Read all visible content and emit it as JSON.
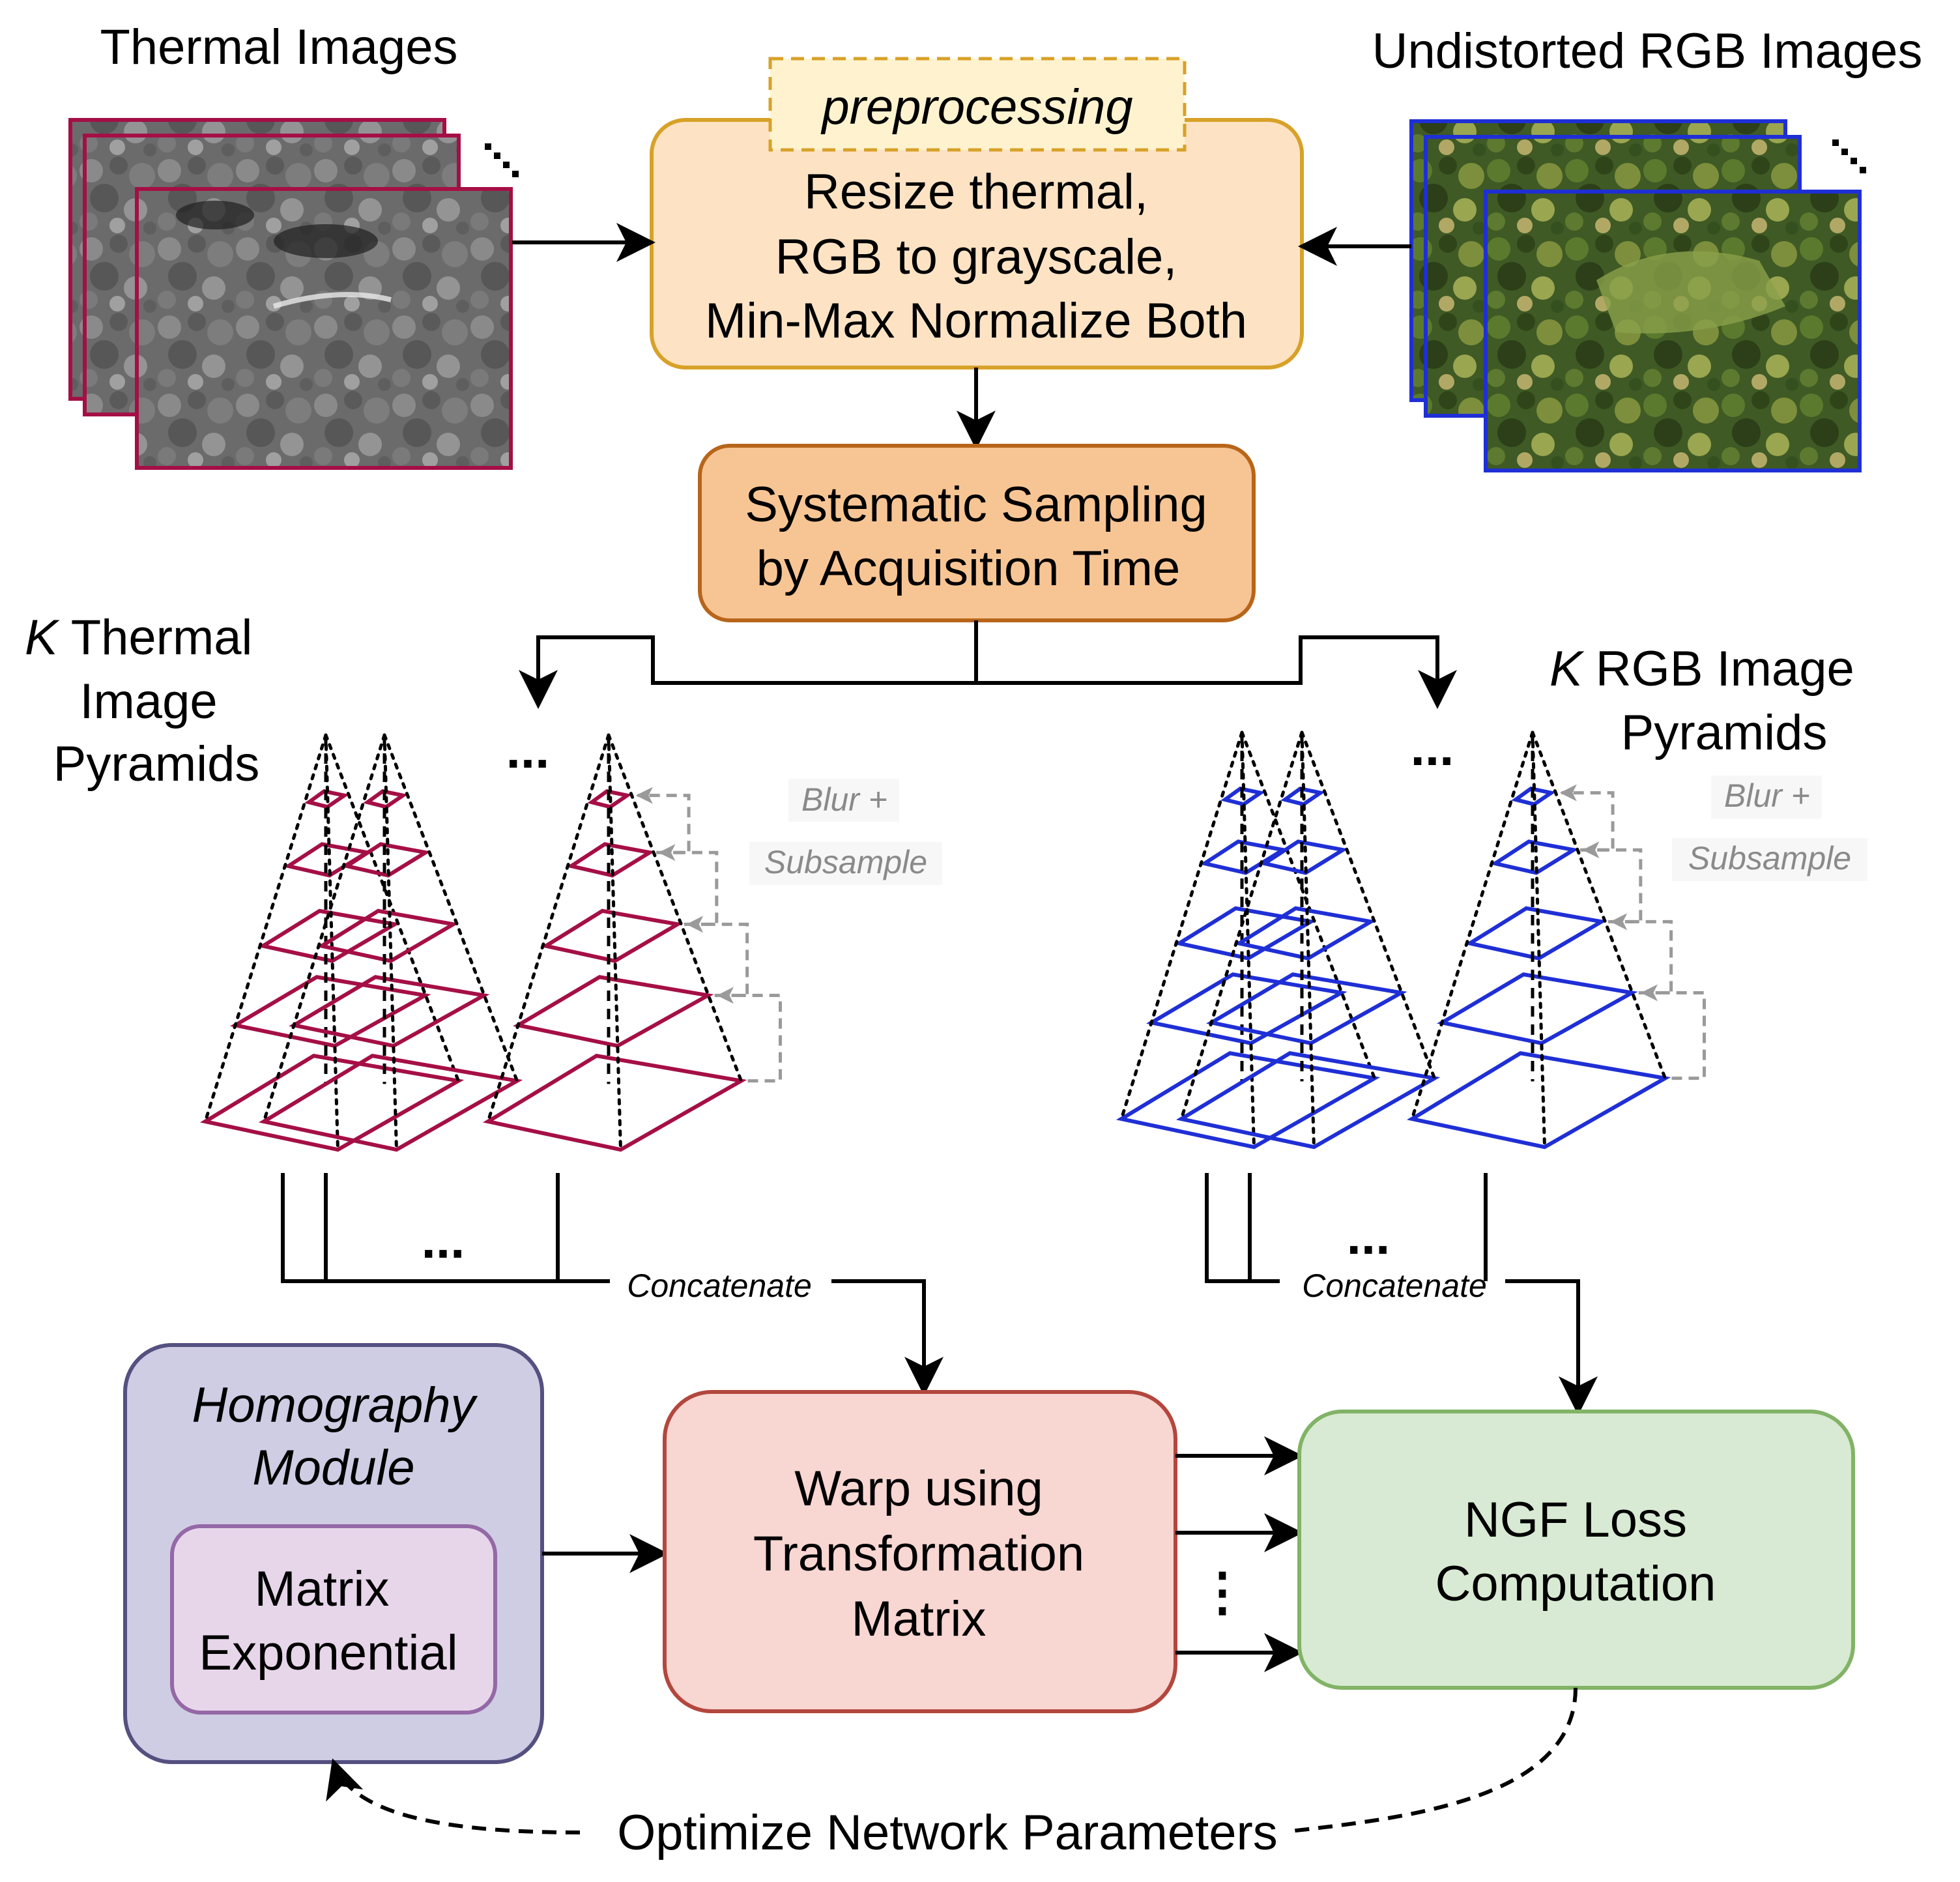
{
  "labels": {
    "thermal_images": "Thermal Images",
    "rgb_images": "Undistorted RGB Images",
    "preprocessing_tag": "preprocessing",
    "preprocessing_lines": [
      "Resize thermal,",
      "RGB to grayscale,",
      "Min-Max Normalize Both"
    ],
    "sampling_lines": [
      "Systematic Sampling",
      "by Acquisition Time"
    ],
    "k_symbol": "K",
    "thermal_pyramids_lines": [
      "Thermal",
      "Image",
      "Pyramids"
    ],
    "rgb_pyramids_lines": [
      "RGB Image",
      "Pyramids"
    ],
    "blur": "Blur +",
    "subsample": "Subsample",
    "concatenate": "Concatenate",
    "homography_lines": [
      "Homography",
      "Module"
    ],
    "matrix_exp_lines": [
      "Matrix",
      "Exponential"
    ],
    "warp_lines": [
      "Warp using",
      "Transformation",
      "Matrix"
    ],
    "ngf_lines": [
      "NGF Loss",
      "Computation"
    ],
    "optimize": "Optimize Network Parameters",
    "ellipsis": "...",
    "vertical_ellipsis": "⋮"
  },
  "colors": {
    "thermal": "#a50f45",
    "rgb": "#1f2fd6",
    "preproc_fill": "#fde3c4",
    "preproc_stroke": "#d8a128",
    "tag_fill": "#fff3cf",
    "sampling_fill": "#f7c594",
    "sampling_stroke": "#b8651a",
    "homography_fill": "#cfcde4",
    "homography_stroke": "#545080",
    "matrix_fill": "#e7d6ea",
    "matrix_stroke": "#9468a6",
    "warp_fill": "#f8d6d2",
    "warp_stroke": "#b3473d",
    "ngf_fill": "#d8ead3",
    "ngf_stroke": "#82b366",
    "gray_arrow": "#9a9a9a"
  },
  "icons": {
    "thermal_stack": "thermal-image-stack-icon",
    "rgb_stack": "rgb-image-stack-icon"
  }
}
